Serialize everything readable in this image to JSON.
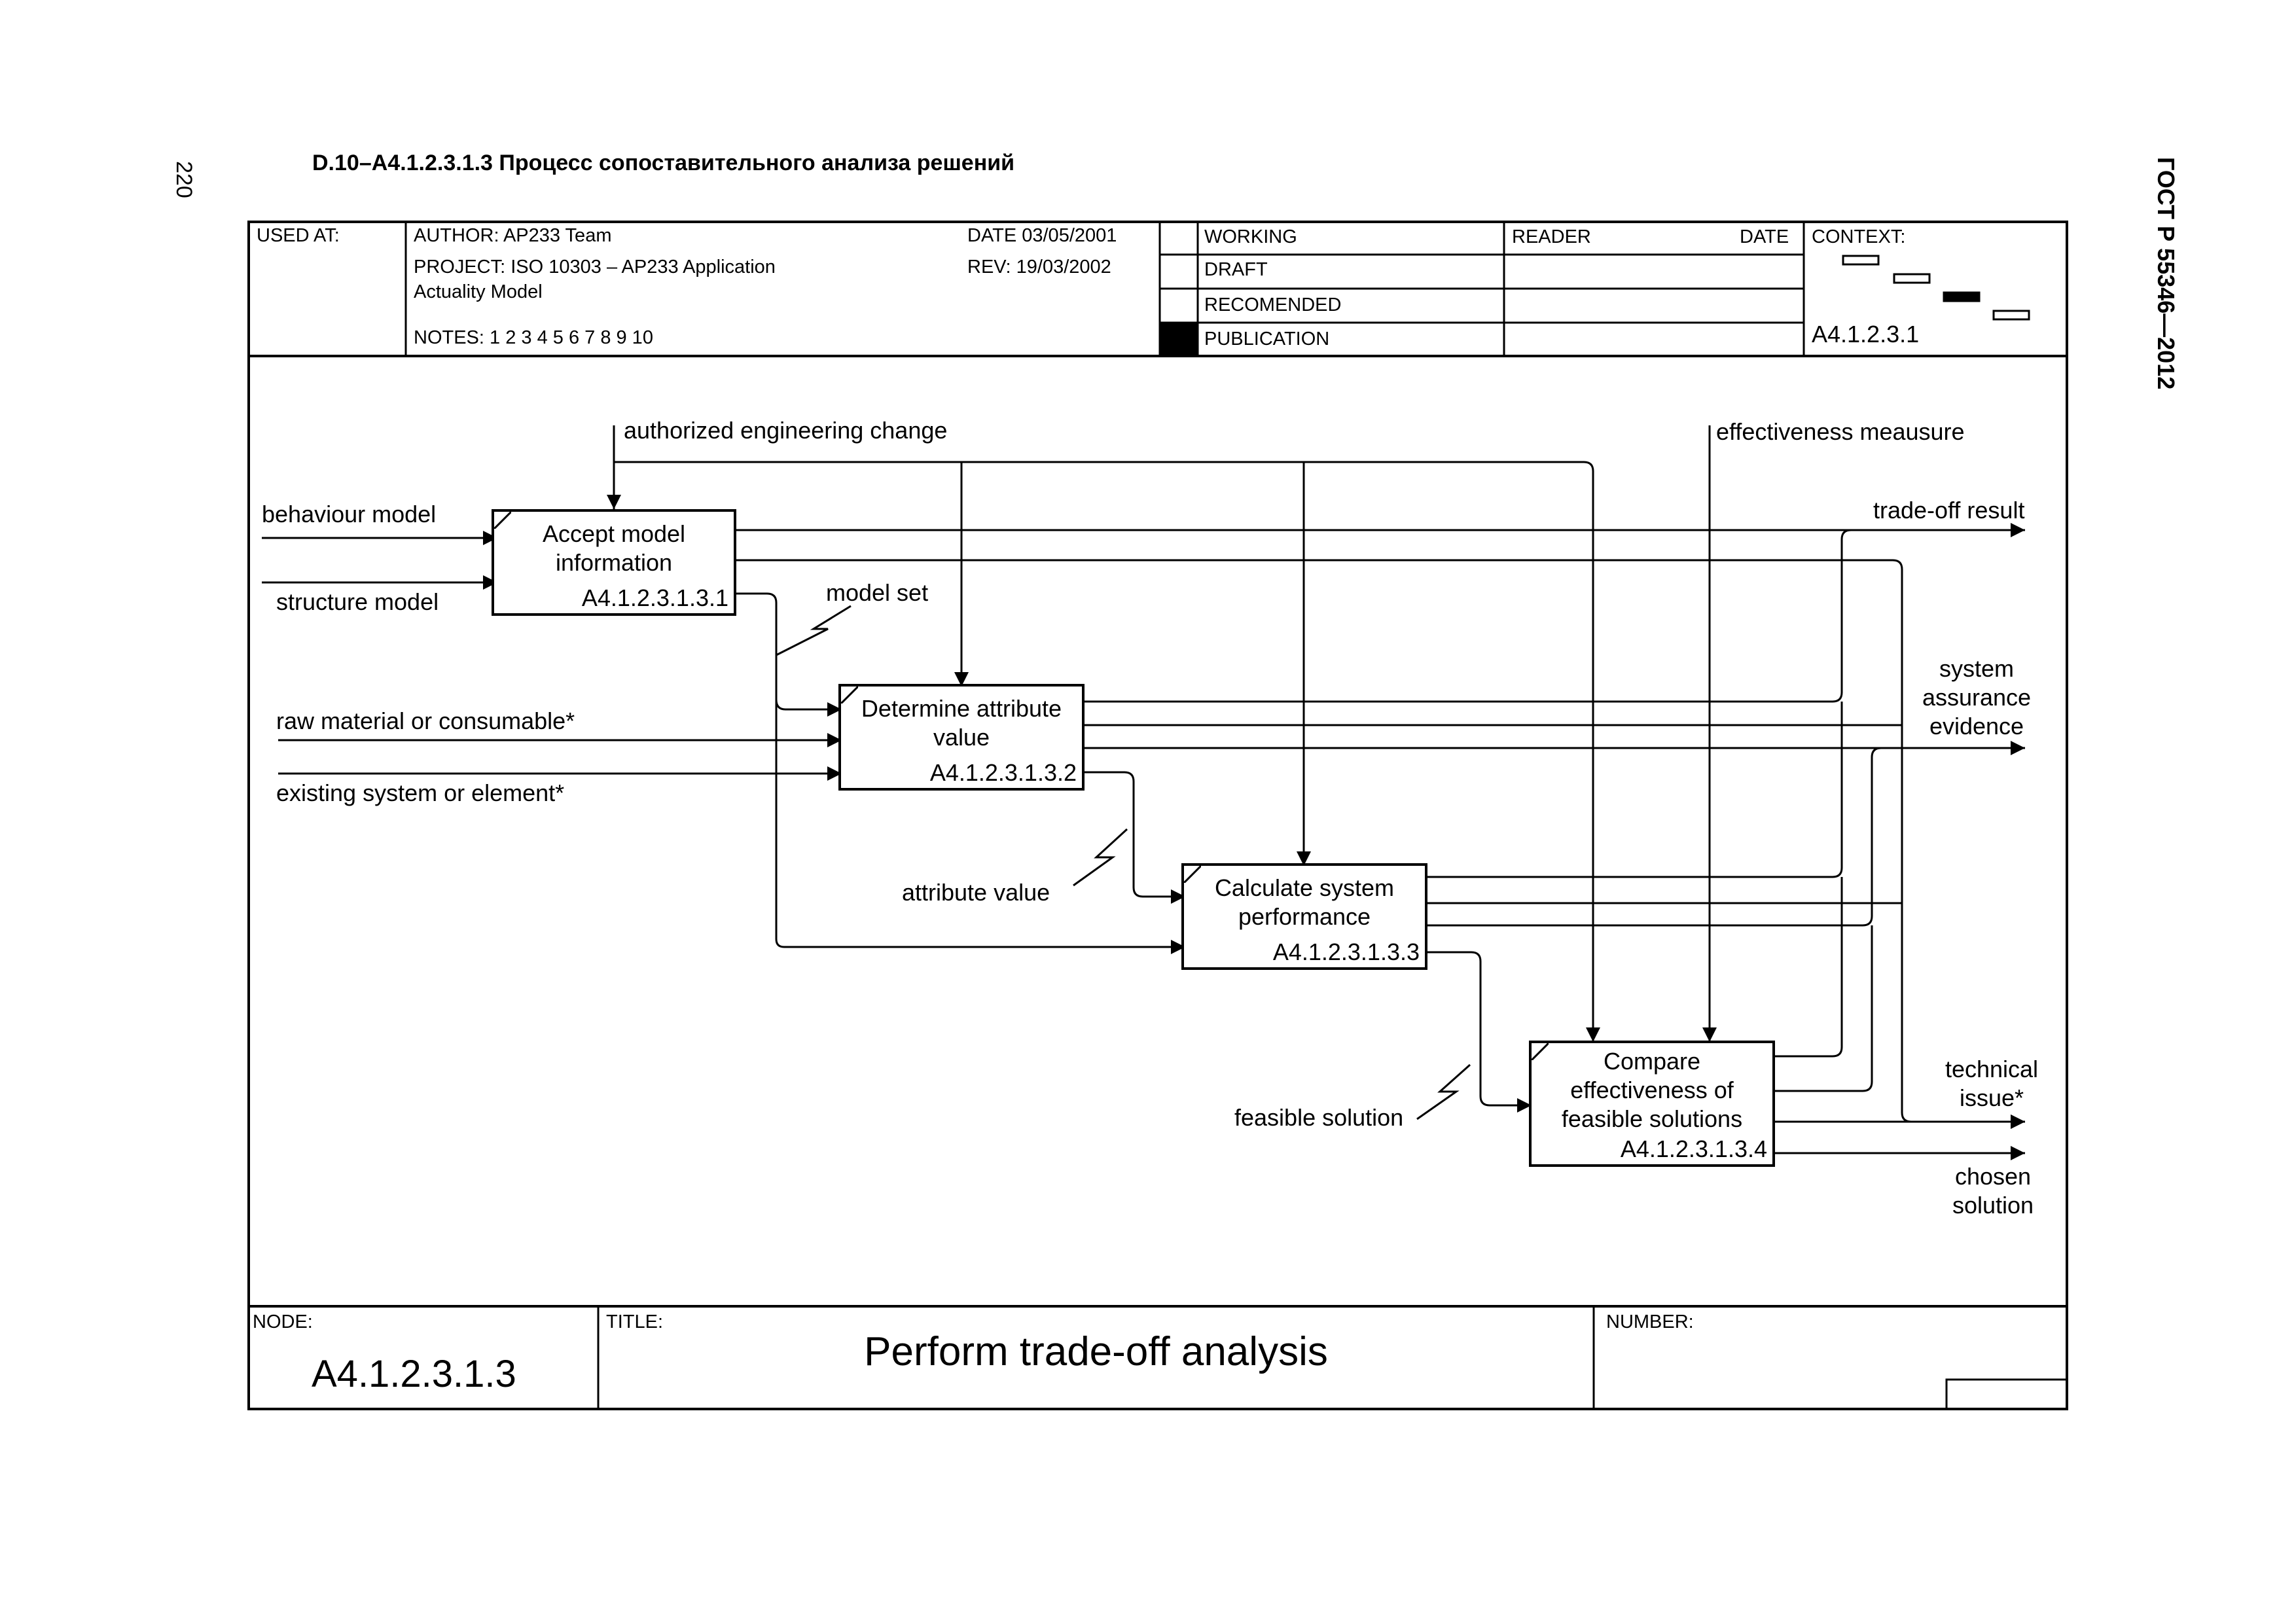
{
  "page": {
    "number": "220",
    "heading": "D.10–A4.1.2.3.1.3 Процесс сопоставительного анализа решений",
    "side_label": "ГОСТ Р 55346—2012"
  },
  "header": {
    "used_at": "USED AT:",
    "author": "AUTHOR:  AP233 Team",
    "project_line1": "PROJECT:  ISO 10303 – AP233 Application",
    "project_line2": "Actuality Model",
    "notes": "NOTES:  1  2  3  4  5  6  7  8  9  10",
    "date": "DATE 03/05/2001",
    "rev": "REV:    19/03/2002",
    "status": [
      "WORKING",
      "DRAFT",
      "RECOMENDED",
      "PUBLICATION"
    ],
    "reader": "READER",
    "reader_date": "DATE",
    "context": "CONTEXT:",
    "context_node": "A4.1.2.3.1"
  },
  "activities": [
    {
      "label": "Accept model information",
      "code": "A4.1.2.3.1.3.1"
    },
    {
      "label": "Determine attribute value",
      "code": "A4.1.2.3.1.3.2"
    },
    {
      "label": "Calculate system performance",
      "code": "A4.1.2.3.1.3.3"
    },
    {
      "label": "Compare effectiveness of feasible solutions",
      "code": "A4.1.2.3.1.3.4"
    }
  ],
  "arrows": {
    "authorized_engineering_change": "authorized engineering change",
    "effectiveness_measure": "effectiveness meausure",
    "behaviour_model": "behaviour model",
    "structure_model": "structure model",
    "raw_material": "raw material or consumable*",
    "existing_system": "existing system or element*",
    "model_set": "model set",
    "attribute_value": "attribute value",
    "feasible_solution": "feasible solution",
    "trade_off_result": "trade-off result",
    "system_assurance_evidence": "system assurance evidence",
    "technical_issue": "technical issue*",
    "chosen_solution": "chosen solution"
  },
  "footer": {
    "node_label": "NODE:",
    "node_value": "A4.1.2.3.1.3",
    "title_label": "TITLE:",
    "title_value": "Perform trade-off analysis",
    "number_label": "NUMBER:"
  }
}
